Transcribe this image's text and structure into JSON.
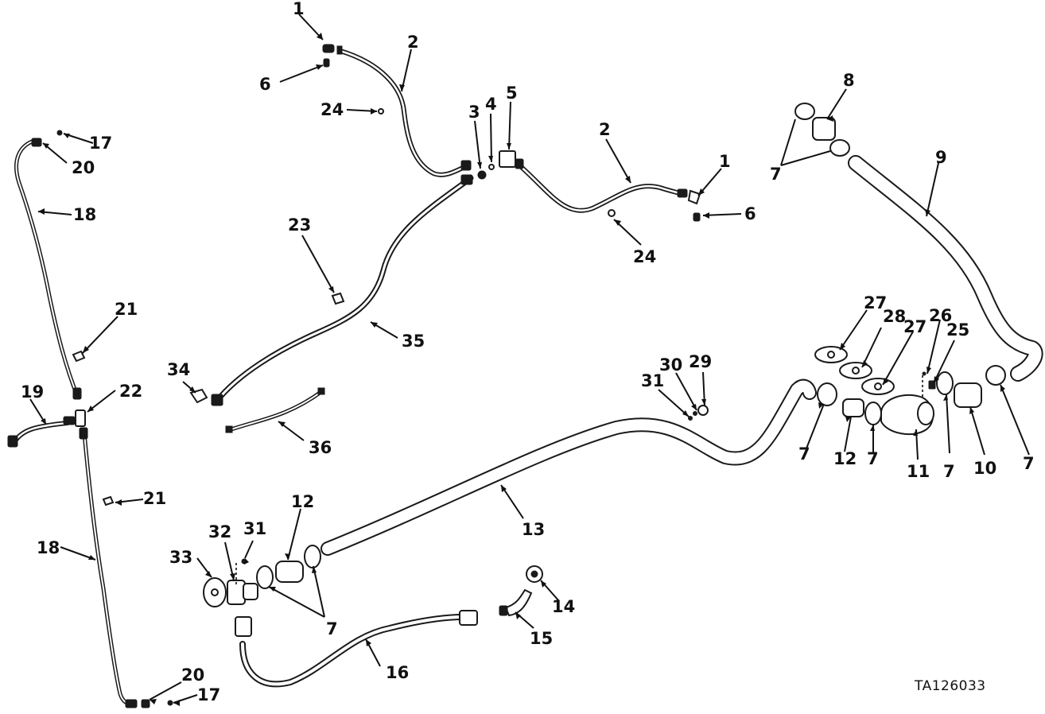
{
  "figure_id": "TA126033",
  "callouts": {
    "c1a": "1",
    "c2a": "2",
    "c6a": "6",
    "c24a": "24",
    "c3": "3",
    "c4": "4",
    "c5": "5",
    "c2b": "2",
    "c1b": "1",
    "c6b": "6",
    "c24b": "24",
    "c8": "8",
    "c7a": "7",
    "c9": "9",
    "c17a": "17",
    "c20a": "20",
    "c18a": "18",
    "c23": "23",
    "c21a": "21",
    "c35": "35",
    "c19": "19",
    "c22": "22",
    "c34": "34",
    "c36": "36",
    "c27a": "27",
    "c28": "28",
    "c27b": "27",
    "c26": "26",
    "c25": "25",
    "c30": "30",
    "c29": "29",
    "c31a": "31",
    "c7b": "7",
    "c12a": "12",
    "c7c": "7",
    "c11": "11",
    "c7d": "7",
    "c10": "10",
    "c7e": "7",
    "c21b": "21",
    "c13": "13",
    "c18b": "18",
    "c12b": "12",
    "c32": "32",
    "c31b": "31",
    "c33": "33",
    "c7f": "7",
    "c14": "14",
    "c15": "15",
    "c16": "16",
    "c20b": "20",
    "c17b": "17"
  }
}
